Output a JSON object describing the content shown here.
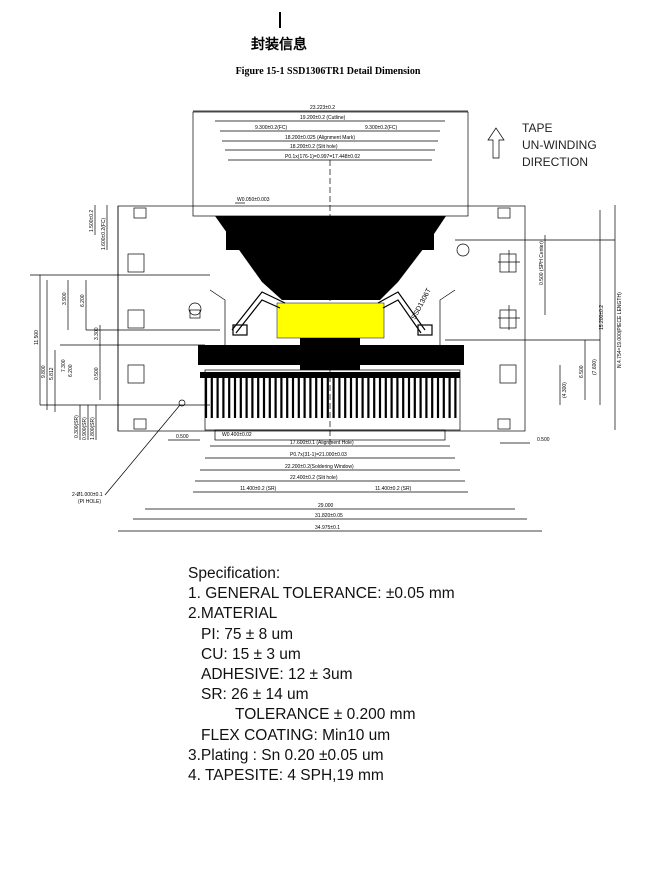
{
  "header": {
    "title_cn": "封装信息",
    "figure_title": "Figure 15-1 SSD1306TR1 Detail Dimension"
  },
  "drawing": {
    "tape_label": [
      "TAPE",
      "UN-WINDING",
      "DIRECTION"
    ],
    "chip_label": "SSD1306T",
    "dims": {
      "d1": "23.223±0.2",
      "d2": "19.200±0.2 (Cutline)",
      "d3": "9.300±0.2(FC)",
      "d4": "9.300±0.2(FC)",
      "d5": "18.200±0.025 (Alignment Mark)",
      "d6": "18.200±0.2 (Slit hole)",
      "d7": "P0.1x(176-1)=0.997=17.448±0.02",
      "d8": "W0.050±0.003",
      "d9": "W0.400±0.02",
      "d10": "17.600±0.1 (Alignment Hole)",
      "d11": "P0.7x(31-1)=21.000±0.03",
      "d12": "22.200±0.2(Soldering Window)",
      "d13": "22.400±0.2 (Slit hole)",
      "d14": "11.400±0.2 (SR)",
      "d15": "11.400±0.2 (SR)",
      "d16": "29.000",
      "d17": "31.820±0.05",
      "d18": "34.975±0.1",
      "d19": "0.500",
      "d20": "0.500",
      "d21": "2-Ø1.000±0.1",
      "d22": "(PI HOLE)",
      "v1": "1.500±0.2",
      "v2": "1.600±0.2(FC)",
      "v3": "3.900",
      "v4": "6.200",
      "v5": "11.500",
      "v6": "9.800",
      "v7": "7.300",
      "v8": "6.200",
      "v9": "5.812",
      "v10": "3.300",
      "v11": "0.500",
      "v12": "0.300(SR)",
      "v13": "0.900(SR)",
      "v14": "1.800(SR)",
      "v15": "0.500 (SPH Center)",
      "v16": "15.200±0.2",
      "v17": "N.4.754=19.000(PIECE LENGTH)",
      "v18": "6.500",
      "v19": "(7.600)",
      "v20": "(4.300)"
    }
  },
  "spec": {
    "heading": "Specification:",
    "line1": "1. GENERAL TOLERANCE: ±0.05 mm",
    "line2": "2.MATERIAL",
    "pi": "PI: 75 ± 8 um",
    "cu": "CU: 15 ± 3 um",
    "adhesive": "ADHESIVE: 12 ± 3um",
    "sr": "SR: 26 ± 14 um",
    "tolerance": "TOLERANCE ± 0.200 mm",
    "flex": "FLEX COATING: Min10 um",
    "plating": "3.Plating : Sn 0.20 ±0.05 um",
    "tapesite": "4. TAPESITE: 4 SPH,19 mm"
  },
  "colors": {
    "ink": "#000000",
    "highlight": "#ffff00",
    "background": "#ffffff"
  }
}
